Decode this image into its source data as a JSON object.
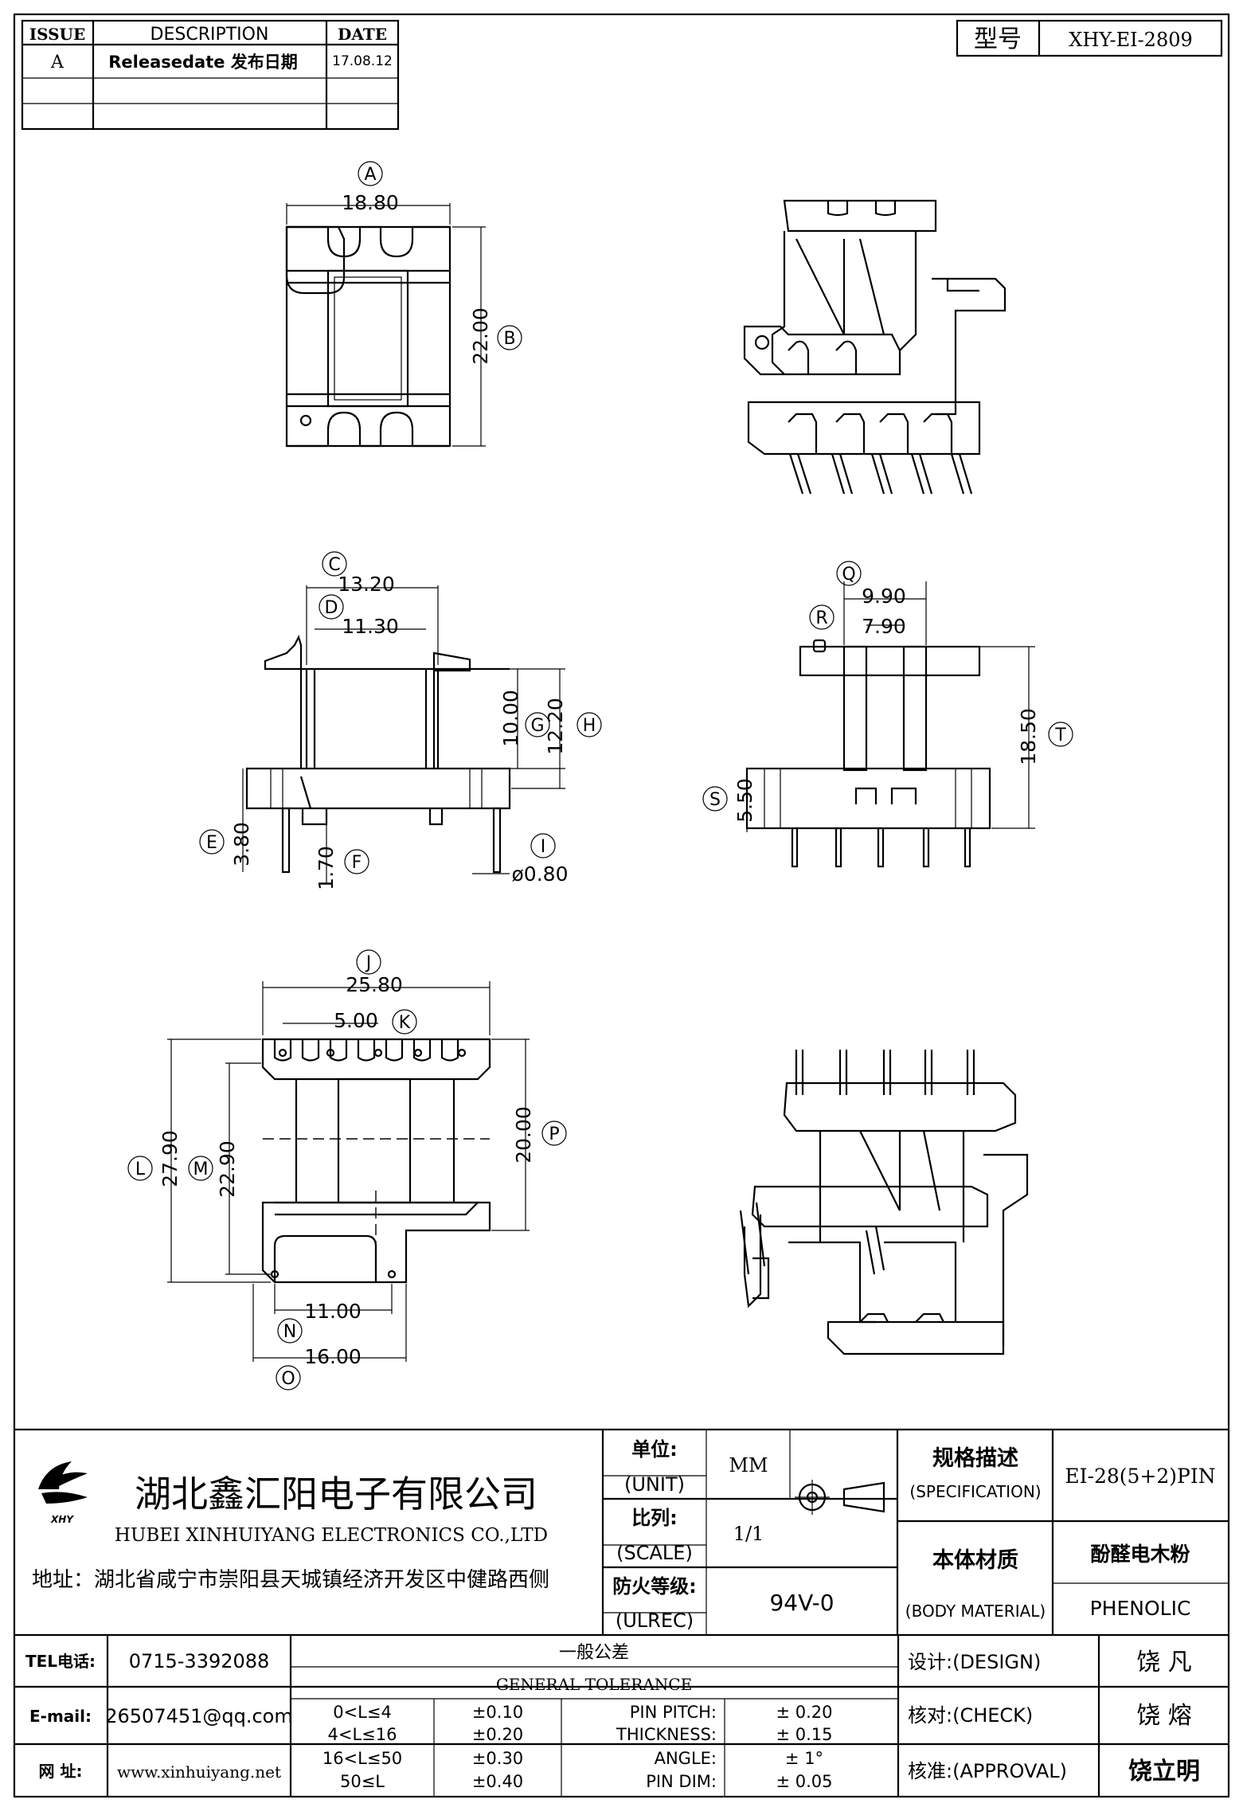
{
  "revision_table": {
    "headers": {
      "issue": "ISSUE",
      "description": "DESCRIPTION",
      "date": "DATE"
    },
    "rows": [
      {
        "issue": "A",
        "description": "Releasedate 发布日期",
        "date": "17.08.12"
      }
    ]
  },
  "model": {
    "label": "型号",
    "value": "XHY-EI-2809"
  },
  "dimensions": {
    "A": "18.80",
    "B": "22.00",
    "C": "13.20",
    "D": "11.30",
    "E": "3.80",
    "F": "1.70",
    "G": "10.00",
    "H": "12.20",
    "I": "ø0.80",
    "Q": "9.90",
    "R": "7.90",
    "S": "5.50",
    "T": "18.50",
    "J": "25.80",
    "K": "5.00",
    "L": "27.90",
    "M": "22.90",
    "P": "20.00",
    "N": "11.00",
    "O": "16.00"
  },
  "company": {
    "name_cn": "湖北鑫汇阳电子有限公司",
    "name_en": "HUBEI XINHUIYANG ELECTRONICS CO.,LTD",
    "address": "地址：湖北省咸宁市崇阳县天城镇经济开发区中健路西侧",
    "logo_text": "XHY"
  },
  "specs": {
    "unit_cn": "单位:",
    "unit_en": "(UNIT)",
    "unit_value": "MM",
    "scale_cn": "比列:",
    "scale_en": "(SCALE)",
    "scale_value": "1/1",
    "fire_cn": "防火等级:",
    "fire_en": "(ULREC)",
    "fire_value": "94V-0",
    "spec_cn": "规格描述",
    "spec_en": "(SPECIFICATION)",
    "spec_value": "EI-28(5+2)PIN",
    "material_cn": "本体材质",
    "material_en": "(BODY MATERIAL)",
    "material_value_cn": "酚醛电木粉",
    "material_value_en": "PHENOLIC"
  },
  "contact": {
    "tel_label": "TEL电话:",
    "tel": "0715-3392088",
    "email_label": "E-mail:",
    "email": "26507451@qq.com",
    "web_label": "网  址:",
    "web": "www.xinhuiyang.net"
  },
  "tolerance": {
    "title_cn": "一般公差",
    "title_en": "GENERAL TOLERANCE",
    "ranges": [
      {
        "range": "0<L≤4",
        "tol": "±0.10"
      },
      {
        "range": "4<L≤16",
        "tol": "±0.20"
      },
      {
        "range": "16<L≤50",
        "tol": "±0.30"
      },
      {
        "range": "50≤L",
        "tol": "±0.40"
      }
    ],
    "items": [
      {
        "name": "PIN PITCH:",
        "tol": "±  0.20"
      },
      {
        "name": "THICKNESS:",
        "tol": "±  0.15"
      },
      {
        "name": "ANGLE:",
        "tol": "±  1°"
      },
      {
        "name": "PIN DIM:",
        "tol": "±  0.05"
      }
    ]
  },
  "approval": {
    "design_label": "设计:(DESIGN)",
    "design_name": "饶  凡",
    "check_label": "核对:(CHECK)",
    "check_name": "饶  熔",
    "approve_label": "核准:(APPROVAL)",
    "approve_name": "饶立明"
  }
}
